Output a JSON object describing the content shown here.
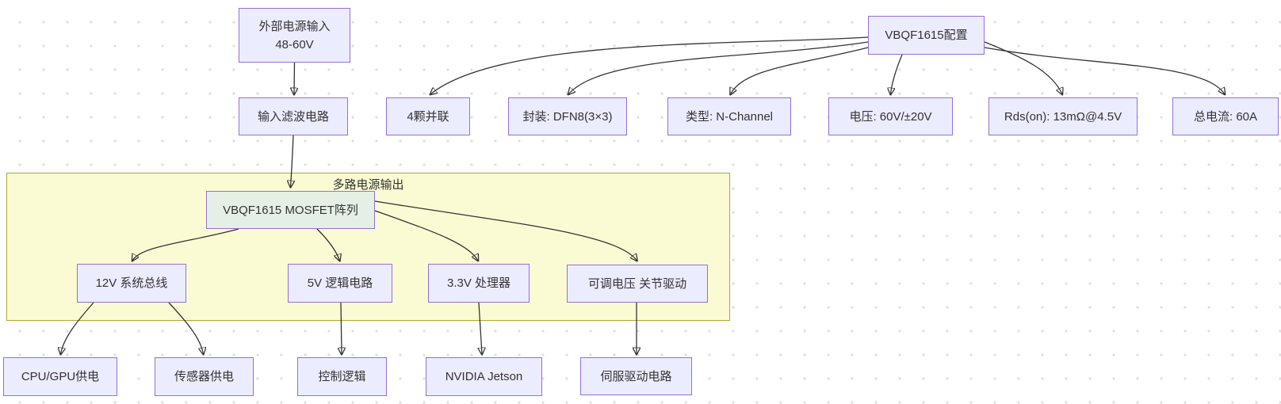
{
  "diagram": {
    "cluster": {
      "label": "多路电源输出"
    },
    "nodes": {
      "external_power": {
        "line1": "外部电源输入",
        "line2": "48-60V"
      },
      "input_filter": {
        "label": "输入滤波电路"
      },
      "vbqf_config": {
        "label": "VBQF1615配置"
      },
      "parallel_count": {
        "label": "4颗并联"
      },
      "package": {
        "label": "封装: DFN8(3×3)"
      },
      "channel_type": {
        "label": "类型: N-Channel"
      },
      "voltage": {
        "label": "电压: 60V/±20V"
      },
      "rds_on": {
        "label": "Rds(on): 13mΩ@4.5V"
      },
      "total_current": {
        "label": "总电流: 60A"
      },
      "mosfet_array": {
        "label": "VBQF1615 MOSFET阵列"
      },
      "bus_12v": {
        "label": "12V 系统总线"
      },
      "logic_5v": {
        "label": "5V 逻辑电路"
      },
      "proc_3v3": {
        "label": "3.3V 处理器"
      },
      "adj_voltage": {
        "label": "可调电压 关节驱动"
      },
      "cpu_gpu": {
        "label": "CPU/GPU供电"
      },
      "sensor": {
        "label": "传感器供电"
      },
      "control_logic": {
        "label": "控制逻辑"
      },
      "jetson": {
        "label": "NVIDIA Jetson"
      },
      "servo": {
        "label": "伺服驱动电路"
      }
    },
    "colors": {
      "node_fill": "#ececff",
      "node_border": "#9370db",
      "mosfet_fill": "#e6efe6",
      "cluster_fill": "#fbfbd3",
      "cluster_border": "#aaaa33",
      "edge": "#333333",
      "text": "#333333"
    }
  }
}
